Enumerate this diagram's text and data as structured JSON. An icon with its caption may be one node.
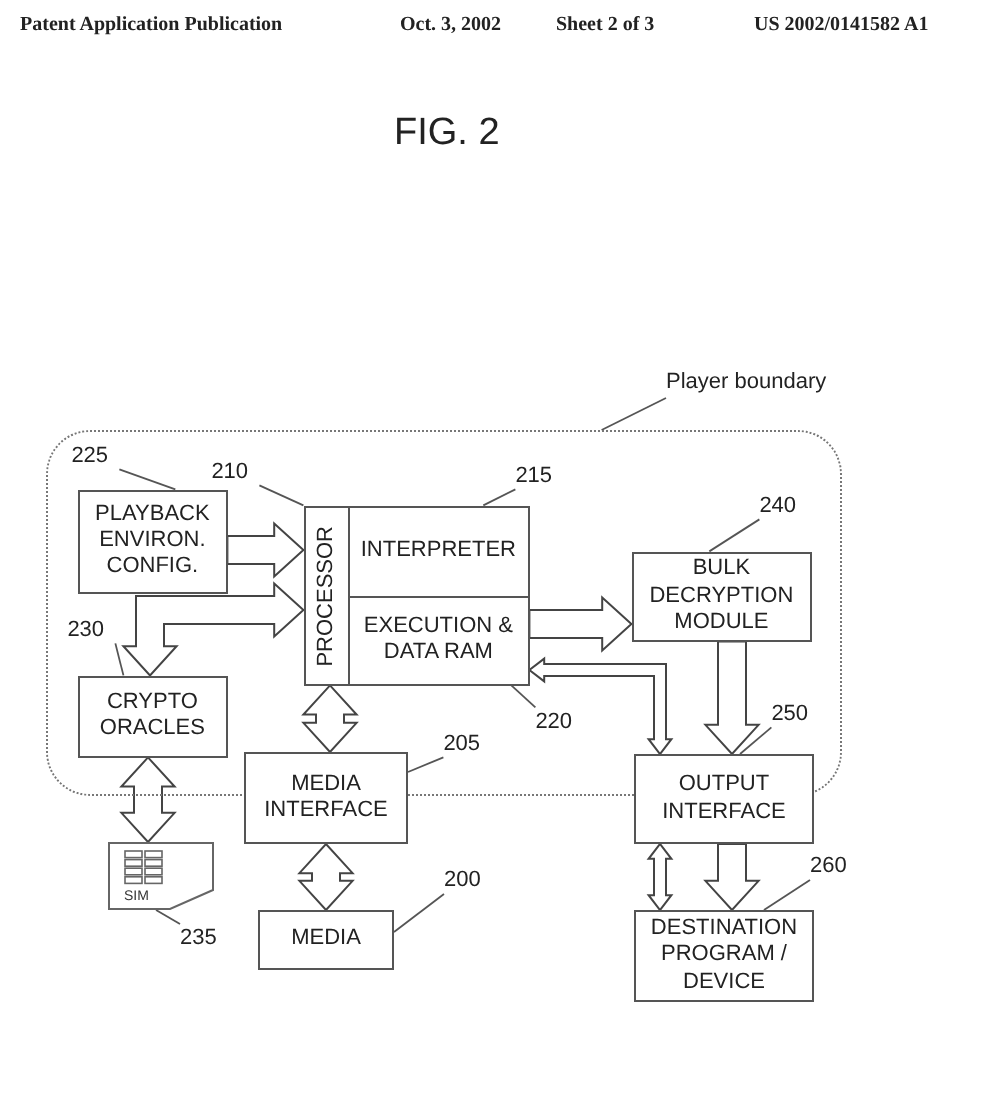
{
  "diagram": {
    "title": "FIG. 2",
    "nodes": [
      {
        "text": [
          "Player boundary"
        ]
      },
      {
        "text": [],
        "shape": "box"
      },
      {
        "text": [
          "225"
        ],
        "in": 1
      },
      {
        "text": [
          "PLAYBACK ENVIRON. CONFIG."
        ],
        "in": 1
      },
      {
        "text": [
          "210"
        ],
        "in": 1
      },
      {
        "text": [
          "PROCESSOR"
        ],
        "in": 1
      },
      {
        "text": [
          "INTERPRETER"
        ],
        "in": 1
      },
      {
        "text": [
          "EXECUTION & DATA RAM"
        ],
        "in": 1
      },
      {
        "text": [
          "215"
        ],
        "in": 1
      },
      {
        "text": [
          "240"
        ],
        "in": 1
      },
      {
        "text": [
          "BULK DECRYPTION MODULE"
        ],
        "in": 1
      },
      {
        "text": [
          "230"
        ],
        "in": 1
      },
      {
        "text": [
          "CRYPTO ORACLES"
        ],
        "in": 1
      },
      {
        "text": [
          "220"
        ],
        "in": 1
      },
      {
        "text": [
          "250"
        ],
        "in": 1
      },
      {
        "text": [
          "205"
        ],
        "in": 1
      },
      {
        "text": [
          "MEDIA INTERFACE"
        ]
      },
      {
        "text": [
          "OUTPUT INTERFACE"
        ]
      },
      {
        "text": [
          "SIM"
        ]
      },
      {
        "text": [
          "200"
        ]
      },
      {
        "text": [
          "MEDIA"
        ]
      },
      {
        "text": [
          "260"
        ]
      },
      {
        "text": [
          "DESTINATION PROGRAM / DEVICE"
        ]
      },
      {
        "text": [
          "235"
        ]
      }
    ],
    "edges": [
      {
        "from": 0,
        "to": 1,
        "arrow": "none"
      },
      {
        "from": 2,
        "to": 3,
        "arrow": "none"
      },
      {
        "from": 4,
        "to": 5,
        "arrow": "none"
      },
      {
        "from": 8,
        "to": 6,
        "arrow": "none"
      },
      {
        "from": 9,
        "to": 10,
        "arrow": "none"
      },
      {
        "from": 11,
        "to": 12,
        "arrow": "none"
      },
      {
        "from": 13,
        "to": 7,
        "arrow": "none"
      },
      {
        "from": 14,
        "to": 17,
        "arrow": "none"
      },
      {
        "from": 15,
        "to": 16,
        "arrow": "none"
      },
      {
        "from": 19,
        "to": 20,
        "arrow": "none"
      },
      {
        "from": 21,
        "to": 22,
        "arrow": "none"
      },
      {
        "from": 23,
        "to": 18,
        "arrow": "none"
      },
      {
        "from": 3,
        "to": 5,
        "arrow": "to",
        "style": "thick"
      },
      {
        "from": 5,
        "to": 12,
        "arrow": "both",
        "style": "thick"
      },
      {
        "from": 5,
        "to": 16,
        "arrow": "both",
        "style": "thick"
      },
      {
        "from": 7,
        "to": 10,
        "arrow": "to",
        "style": "thick"
      },
      {
        "from": 10,
        "to": 17,
        "arrow": "to",
        "style": "thick"
      },
      {
        "from": 17,
        "to": 7,
        "arrow": "both"
      },
      {
        "from": 12,
        "to": 18,
        "arrow": "both",
        "style": "thick"
      },
      {
        "from": 16,
        "to": 20,
        "arrow": "both",
        "style": "thick"
      },
      {
        "from": 17,
        "to": 22,
        "arrow": "both"
      },
      {
        "from": 17,
        "to": 22,
        "arrow": "to",
        "style": "thick"
      }
    ],
    "labels": [
      "Patent Application Publication",
      "Oct. 3, 2002",
      "Sheet 2 of 3",
      "US 2002/0141582 A1"
    ]
  }
}
